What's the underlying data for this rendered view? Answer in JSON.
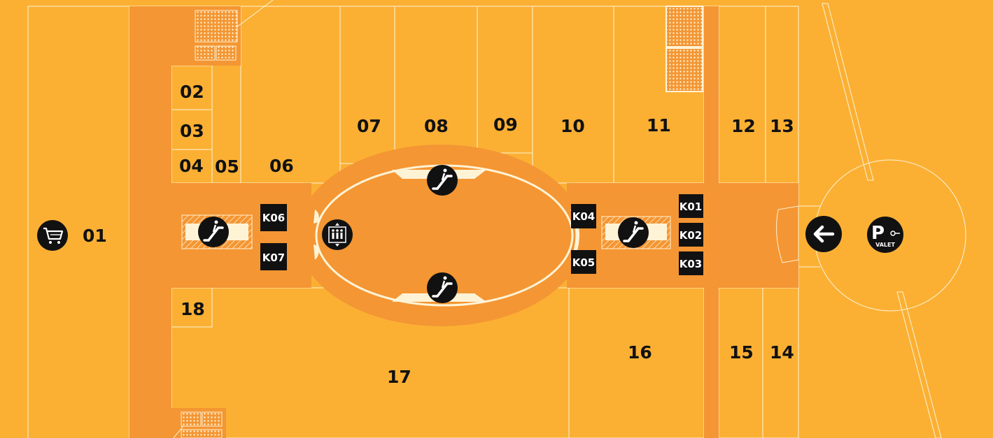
{
  "colors": {
    "background": "#fbb034",
    "corridor": "#f49633",
    "unit_outline": "#fff3d6",
    "icon_fill": "#111111",
    "icon_glyph": "#ffffff"
  },
  "units": {
    "u01": "01",
    "u02": "02",
    "u03": "03",
    "u04": "04",
    "u05": "05",
    "u06": "06",
    "u07": "07",
    "u08": "08",
    "u09": "09",
    "u10": "10",
    "u11": "11",
    "u12": "12",
    "u13": "13",
    "u14": "14",
    "u15": "15",
    "u16": "16",
    "u17": "17",
    "u18": "18"
  },
  "kiosks": {
    "k01": "K01",
    "k02": "K02",
    "k03": "K03",
    "k04": "K04",
    "k05": "K05",
    "k06": "K06",
    "k07": "K07"
  },
  "valet": {
    "letter": "P",
    "label": "VALET"
  },
  "icons": {
    "supermarket": "cart-icon",
    "escalator": "escalator-icon",
    "lift": "elevator-icon",
    "entrance": "arrow-left-icon",
    "valet": "valet-parking-icon"
  }
}
